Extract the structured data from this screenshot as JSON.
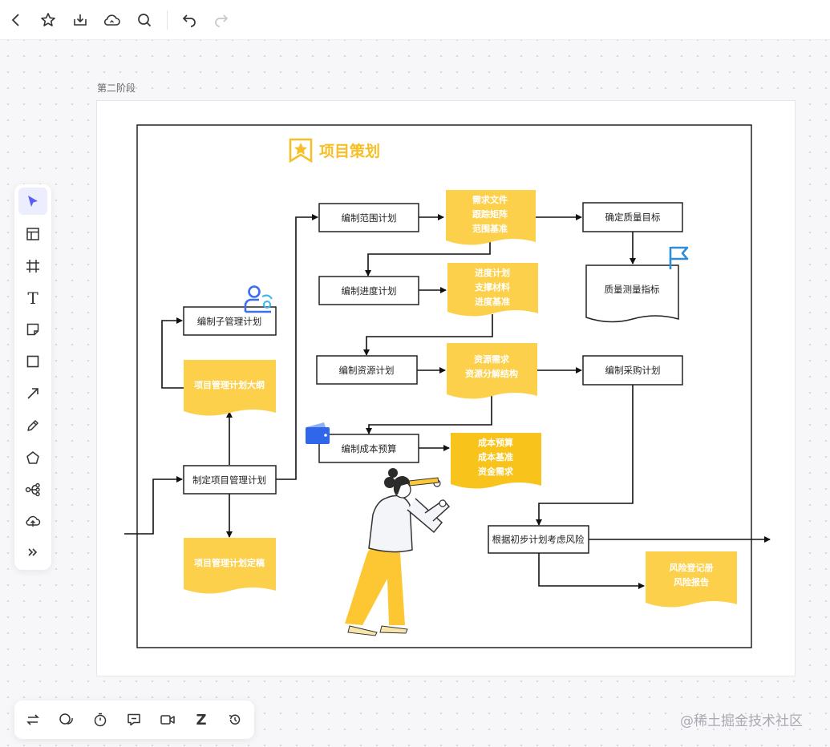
{
  "toolbar": {
    "back_icon": "chevron-left-icon",
    "star_icon": "star-icon",
    "download_icon": "download-icon",
    "cloud_icon": "cloud-sync-icon",
    "search_icon": "search-icon",
    "undo_icon": "undo-icon",
    "redo_icon": "redo-icon"
  },
  "frame": {
    "label": "第二阶段"
  },
  "diagram": {
    "title": "项目策划",
    "nodes": {
      "scope_plan": "编制范围计划",
      "req_doc": [
        "需求文件",
        "跟踪矩阵",
        "范围基准"
      ],
      "quality_goal": "确定质量目标",
      "quality_metric": "质量测量指标",
      "schedule_plan": "编制进度计划",
      "schedule_doc": [
        "进度计划",
        "支撑材料",
        "进度基准"
      ],
      "sub_plan": "编制子管理计划",
      "outline": "项目管理计划大纲",
      "resource_plan": "编制资源计划",
      "resource_doc": [
        "资源需求",
        "资源分解结构"
      ],
      "purchase_plan": "编制采购计划",
      "cost_plan": "编制成本预算",
      "cost_doc": [
        "成本预算",
        "成本基准",
        "资金需求"
      ],
      "make_plan": "制定项目管理计划",
      "final_plan": "项目管理计划定稿",
      "risk": "根据初步计划考虑风险",
      "risk_doc": [
        "风险登记册",
        "风险报告"
      ]
    }
  },
  "colors": {
    "doc_yellow": "#fcd04a",
    "doc_yellow_dark": "#f8c41c",
    "title_yellow": "#f6bf25",
    "accent_blue": "#3b6ef0",
    "select_purple": "#5b5ef5"
  },
  "leftbar": {
    "text_tool": "T",
    "items": [
      "select-tool-icon",
      "template-icon",
      "frame-tool-icon",
      "text-tool-icon",
      "sticky-note-icon",
      "rectangle-icon",
      "arrow-icon",
      "pen-icon",
      "pentagon-icon",
      "mindmap-icon",
      "upload-icon",
      "more-icon"
    ]
  },
  "bottombar": {
    "z_label": "Z",
    "items": [
      "switch-icon",
      "chat-icon",
      "timer-icon",
      "comment-icon",
      "video-icon",
      "z-icon",
      "history-icon"
    ]
  },
  "watermark": "@稀土掘金技术社区"
}
